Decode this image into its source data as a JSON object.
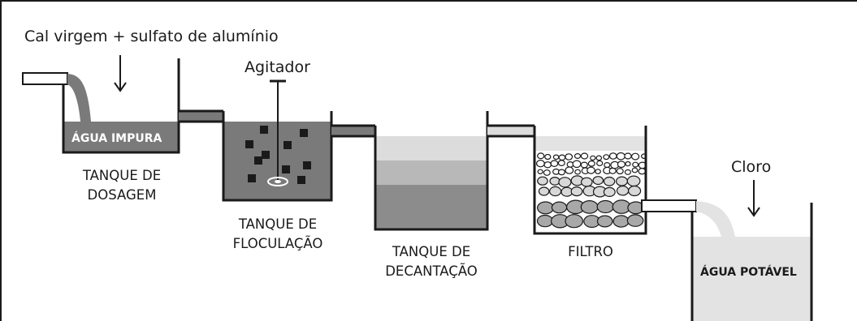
{
  "labels": {
    "additives": "Cal virgem + sulfato de alumínio",
    "agitator": "Agitador",
    "chlorine": "Cloro",
    "impure_water": "ÁGUA IMPURA",
    "potable_water": "ÁGUA POTÁVEL",
    "dosing_tank": [
      "TANQUE DE",
      "DOSAGEM"
    ],
    "flocculation_tank": [
      "TANQUE DE",
      "FLOCULAÇÃO"
    ],
    "settling_tank": [
      "TANQUE DE",
      "DECANTAÇÃO"
    ],
    "filter": "FILTRO"
  },
  "colors": {
    "outline": "#1a1a1a",
    "dark_water": "#7a7a7a",
    "decant_top": "#dcdcdc",
    "decant_mid": "#b8b8b8",
    "decant_bottom": "#8c8c8c",
    "clean_water": "#e3e3e3"
  }
}
